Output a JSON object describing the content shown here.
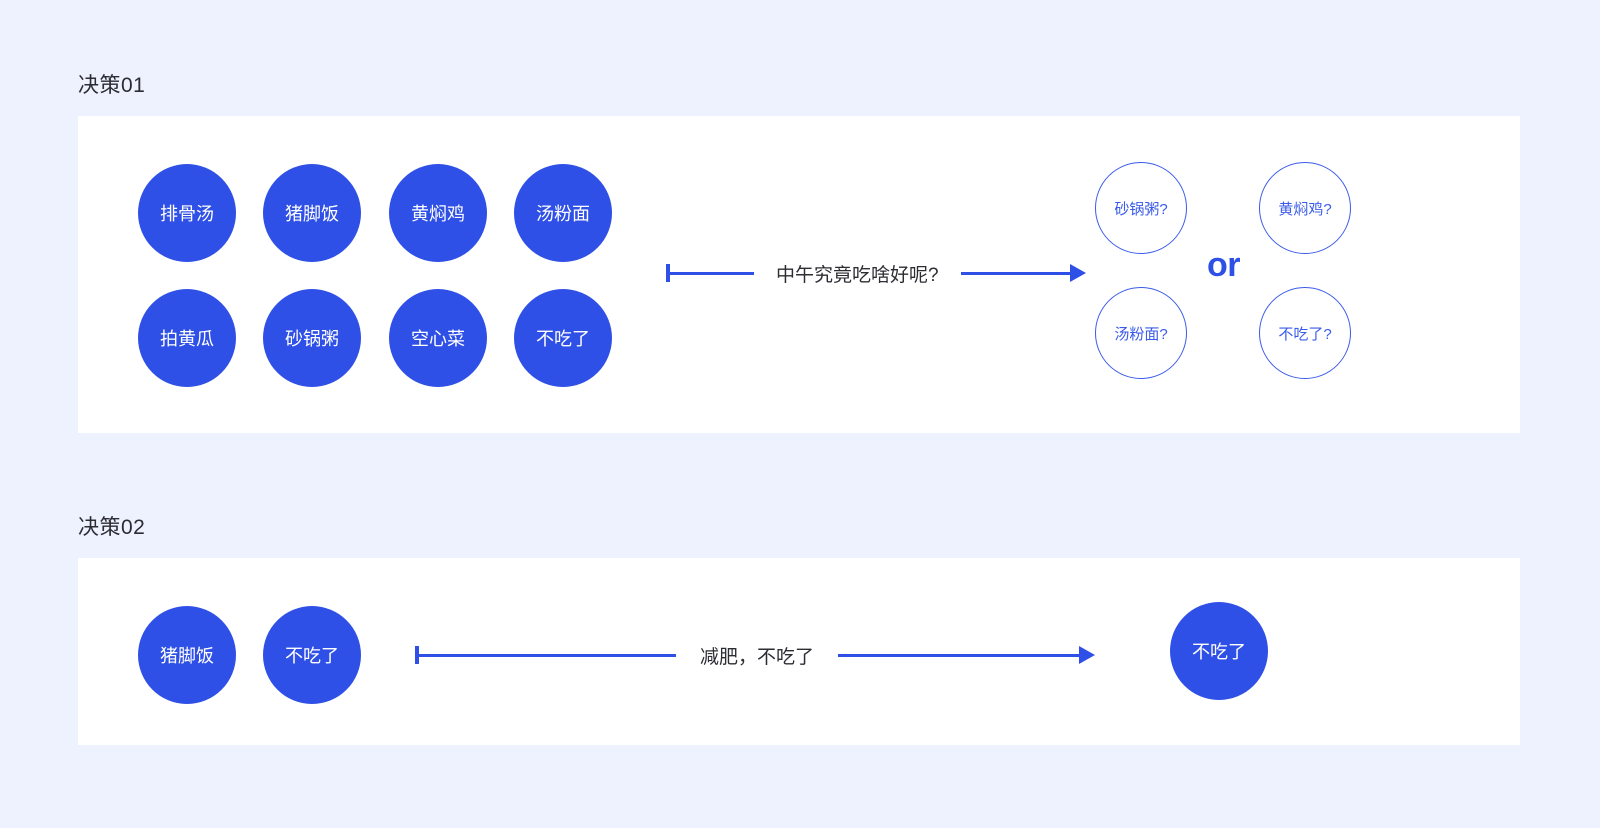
{
  "page": {
    "background_color": "#eef2fe",
    "card_color": "#ffffff",
    "accent_color": "#2f50e6",
    "outline_color": "#3a5bea",
    "text_color": "#2c2c33"
  },
  "sections": [
    {
      "title": "决策01",
      "options": [
        {
          "label": "排骨汤",
          "row": 0,
          "col": 0
        },
        {
          "label": "猪脚饭",
          "row": 0,
          "col": 1
        },
        {
          "label": "黄焖鸡",
          "row": 0,
          "col": 2
        },
        {
          "label": "汤粉面",
          "row": 0,
          "col": 3
        },
        {
          "label": "拍黄瓜",
          "row": 1,
          "col": 0
        },
        {
          "label": "砂锅粥",
          "row": 1,
          "col": 1
        },
        {
          "label": "空心菜",
          "row": 1,
          "col": 2
        },
        {
          "label": "不吃了",
          "row": 1,
          "col": 3
        }
      ],
      "arrow": {
        "label": "中午究竟吃啥好呢?"
      },
      "results": [
        {
          "label": "砂锅粥?",
          "row": 0,
          "col": 0
        },
        {
          "label": "黄焖鸡?",
          "row": 0,
          "col": 1
        },
        {
          "label": "汤粉面?",
          "row": 1,
          "col": 0
        },
        {
          "label": "不吃了?",
          "row": 1,
          "col": 1
        }
      ],
      "conjunction": "or"
    },
    {
      "title": "决策02",
      "options": [
        {
          "label": "猪脚饭",
          "row": 0,
          "col": 0
        },
        {
          "label": "不吃了",
          "row": 0,
          "col": 1
        }
      ],
      "arrow": {
        "label": "减肥，不吃了"
      },
      "results": [
        {
          "label": "不吃了",
          "row": 0,
          "col": 0
        }
      ]
    }
  ]
}
